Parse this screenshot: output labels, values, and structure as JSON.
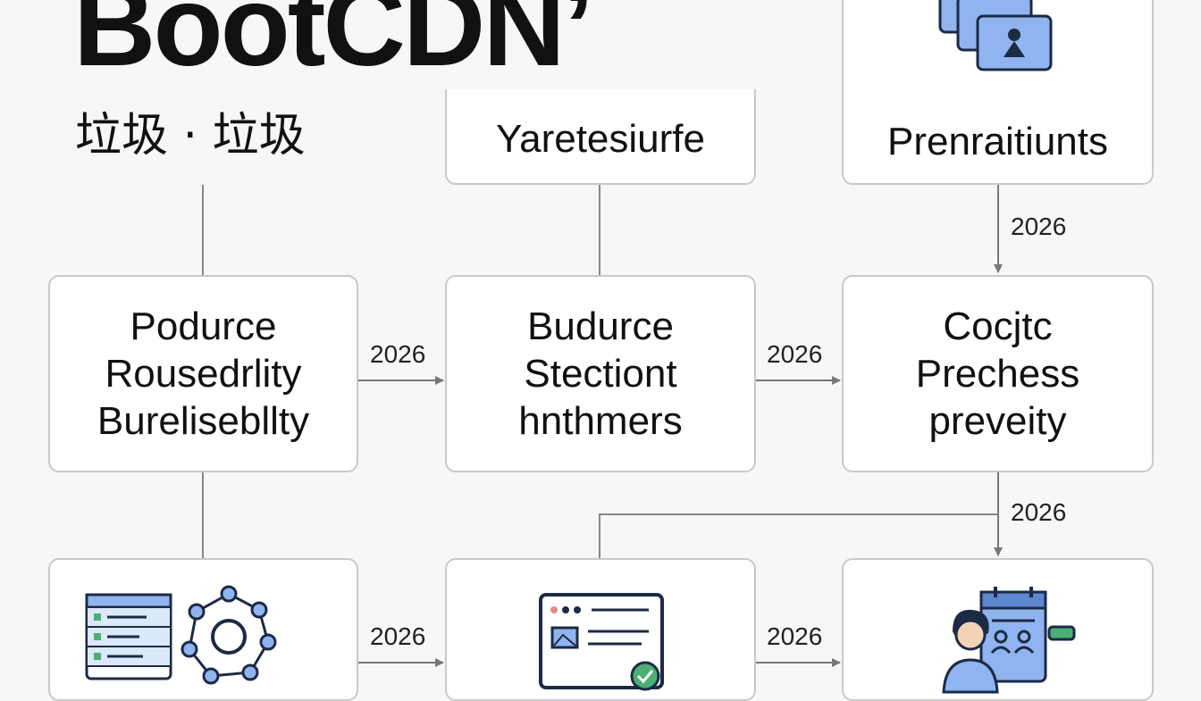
{
  "title": "BootCDN’",
  "subtitle": "垃圾 · 垃圾",
  "boxes": {
    "top_middle": {
      "text": "Yaretesiurfe"
    },
    "top_right": {
      "text": "Prenraitiunts",
      "icon": "stacked-image-cards-icon"
    },
    "mid_left": {
      "lines": [
        "Podurce",
        "Rousedrlity",
        "Burelisebllty"
      ]
    },
    "mid_center": {
      "lines": [
        "Budurce",
        "Stectiont",
        "hnthmers"
      ]
    },
    "mid_right": {
      "lines": [
        "Cocjtc",
        "Prechess",
        "preveity"
      ]
    },
    "bottom_left": {
      "icons": [
        "list-panel-icon",
        "gear-network-icon"
      ]
    },
    "bottom_center": {
      "icons": [
        "browser-window-icon",
        "check-badge-icon"
      ]
    },
    "bottom_right": {
      "icons": [
        "person-icon",
        "calendar-icon"
      ]
    }
  },
  "edge_labels": {
    "top_right_to_mid_right": "2026",
    "mid_left_to_mid_center": "2026",
    "mid_center_to_mid_right": "2026",
    "mid_right_to_bottom_right": "2026",
    "bottom_left_to_bottom_center": "2026",
    "bottom_center_to_bottom_right": "2026"
  },
  "colors": {
    "box_border": "#c9c9c9",
    "connector": "#777777",
    "icon_fill": "#8fb4ef",
    "icon_stroke": "#1c2a44",
    "accent_green": "#4caf74"
  }
}
